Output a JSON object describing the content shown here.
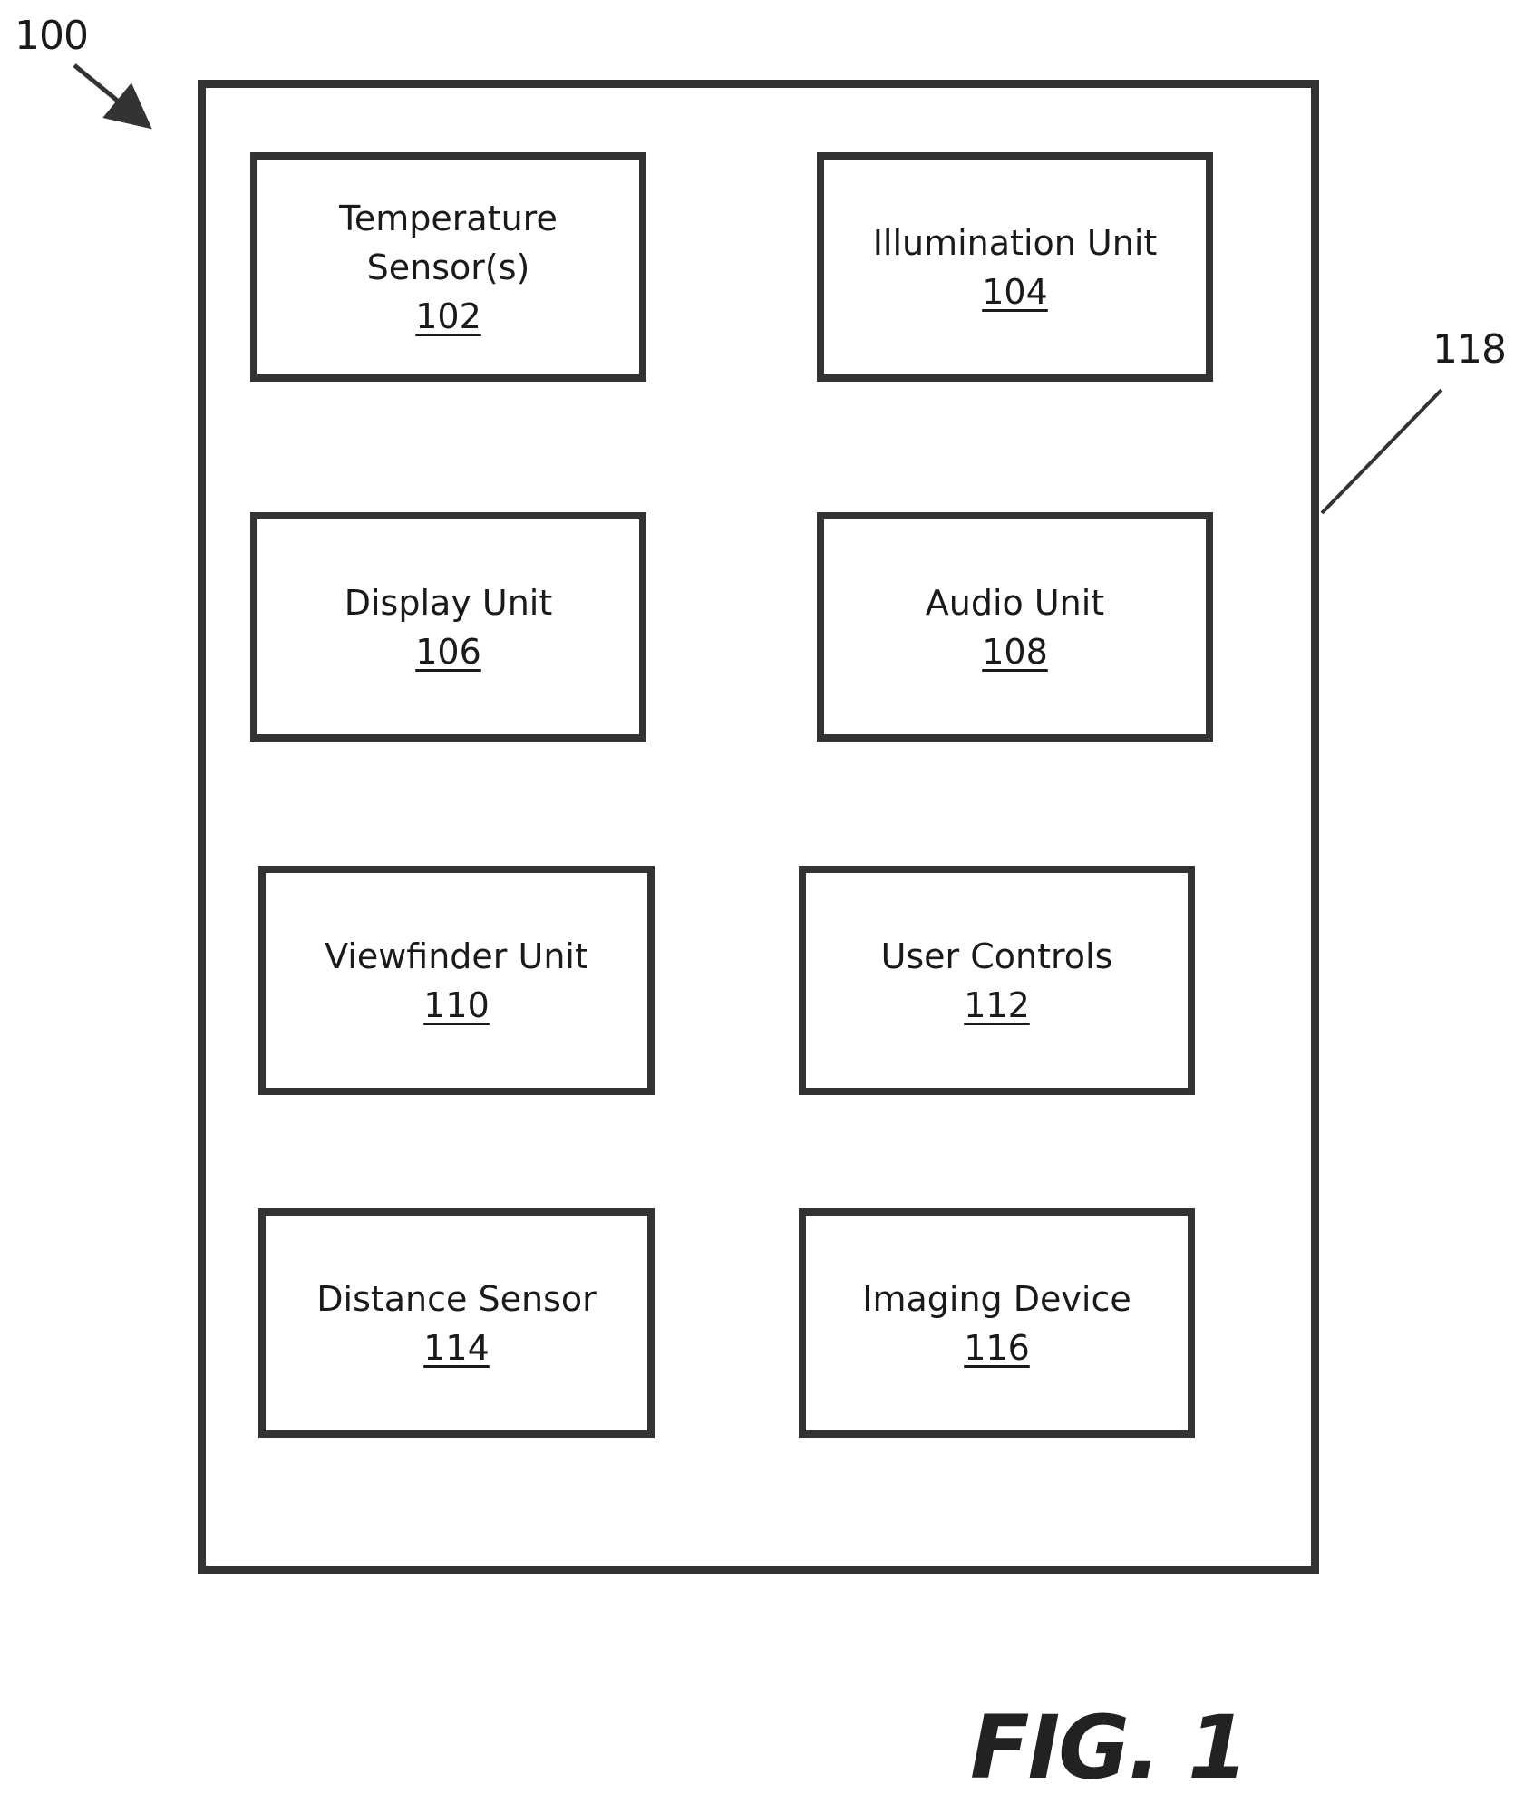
{
  "reference_numerals": {
    "device": "100",
    "housing": "118"
  },
  "blocks": [
    {
      "label": "Temperature Sensor(s)",
      "number": "102"
    },
    {
      "label": "Illumination Unit",
      "number": "104"
    },
    {
      "label": "Display Unit",
      "number": "106"
    },
    {
      "label": "Audio Unit",
      "number": "108"
    },
    {
      "label": "Viewfinder Unit",
      "number": "110"
    },
    {
      "label": "User Controls",
      "number": "112"
    },
    {
      "label": "Distance Sensor",
      "number": "114"
    },
    {
      "label": "Imaging Device",
      "number": "116"
    }
  ],
  "figure_caption": "FIG. 1"
}
